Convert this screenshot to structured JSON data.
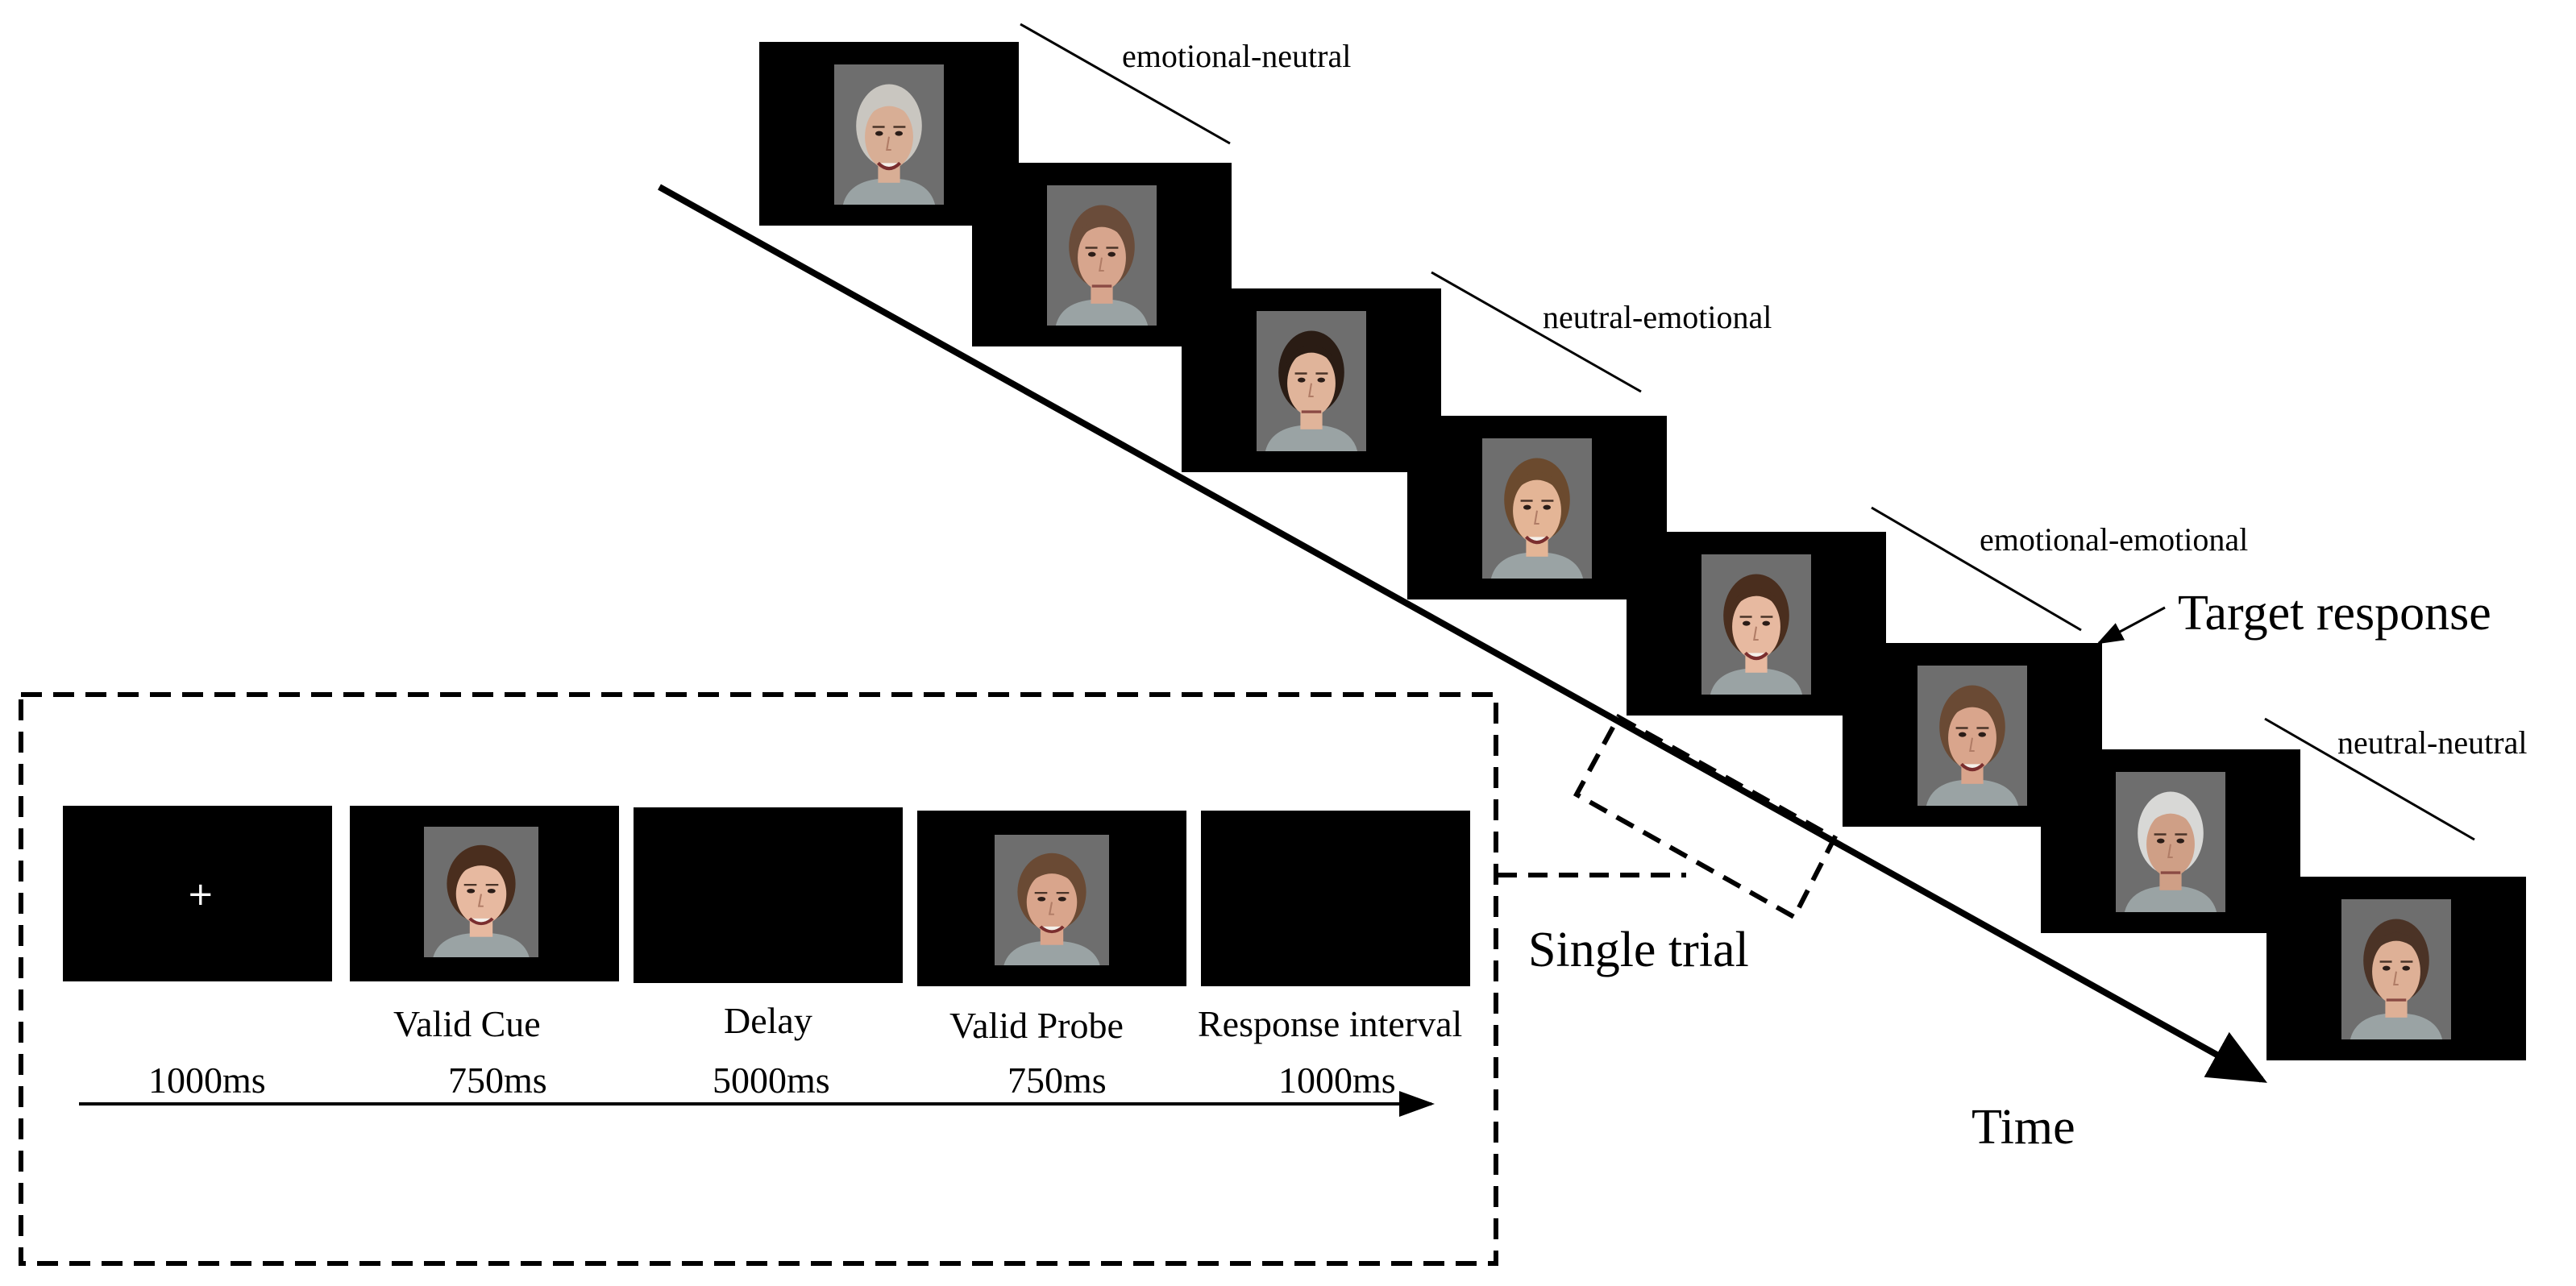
{
  "sequence": {
    "condition_labels": [
      "emotional-neutral",
      "neutral-emotional",
      "emotional-emotional",
      "neutral-neutral"
    ],
    "target_label": "Target response",
    "time_label": "Time",
    "single_trial_label": "Single trial",
    "faces": [
      {
        "hair": "#c9c6c0",
        "skin": "#d8ae95",
        "expr": "smile"
      },
      {
        "hair": "#6a4c3a",
        "skin": "#d7a58d",
        "expr": "neutral"
      },
      {
        "hair": "#2a1c14",
        "skin": "#e0b49a",
        "expr": "neutral"
      },
      {
        "hair": "#6b4a2e",
        "skin": "#e4b596",
        "expr": "smile"
      },
      {
        "hair": "#4a2e1e",
        "skin": "#e7b9a0",
        "expr": "smile"
      },
      {
        "hair": "#6a4a34",
        "skin": "#d9a58c",
        "expr": "smile"
      },
      {
        "hair": "#d8d8d6",
        "skin": "#cf9f86",
        "expr": "neutral"
      },
      {
        "hair": "#4b3326",
        "skin": "#deb096",
        "expr": "neutral"
      }
    ]
  },
  "trial": {
    "fixation": "+",
    "phase_labels": [
      "Valid Cue",
      "Delay",
      "Valid Probe",
      "Response interval"
    ],
    "durations": [
      "1000ms",
      "750ms",
      "5000ms",
      "750ms",
      "1000ms"
    ],
    "cue_face": {
      "hair": "#4a2e1e",
      "skin": "#e7b9a0",
      "expr": "smile"
    },
    "probe_face": {
      "hair": "#6a4a34",
      "skin": "#d9a58c",
      "expr": "smile"
    }
  }
}
